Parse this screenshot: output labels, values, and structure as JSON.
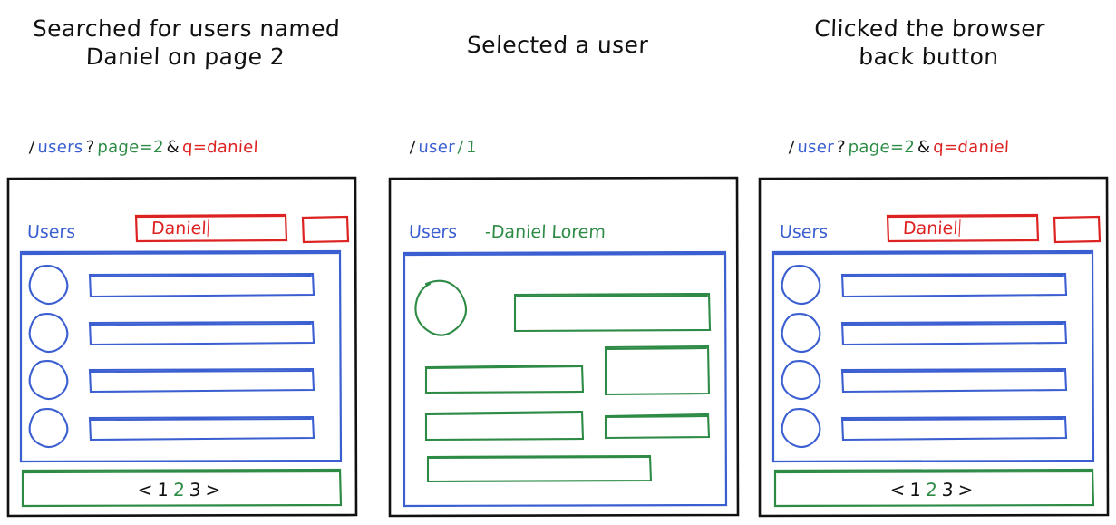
{
  "colors": {
    "ink": "#111111",
    "blue": "#3b5fd1",
    "green": "#2e8b46",
    "red": "#dd2222",
    "background": "#ffffff"
  },
  "panels": [
    {
      "id": "search-results",
      "caption_lines": [
        "Searched for users named",
        "Daniel on page 2"
      ],
      "url_segments": [
        {
          "text": "/",
          "color": "black"
        },
        {
          "text": "users",
          "color": "blue"
        },
        {
          "text": "?",
          "color": "black"
        },
        {
          "text": "page=2",
          "color": "green"
        },
        {
          "text": "&",
          "color": "black"
        },
        {
          "text": "q=daniel",
          "color": "red"
        }
      ],
      "heading": "Users",
      "search_value": "Daniel",
      "search_button_label": "",
      "list_rows": 4,
      "pagination": {
        "prev": "<",
        "pages": [
          "1",
          "2",
          "3"
        ],
        "current": "2",
        "next": ">"
      }
    },
    {
      "id": "user-detail",
      "caption_lines": [
        "Selected a user"
      ],
      "url_segments": [
        {
          "text": "/",
          "color": "black"
        },
        {
          "text": "user",
          "color": "blue"
        },
        {
          "text": "/",
          "color": "green"
        },
        {
          "text": "1",
          "color": "green"
        }
      ],
      "heading": "Users",
      "breadcrumb": "-Daniel Lorem"
    },
    {
      "id": "back-navigation",
      "caption_lines": [
        "Clicked the browser",
        "back button"
      ],
      "url_segments": [
        {
          "text": "/",
          "color": "black"
        },
        {
          "text": "user",
          "color": "blue"
        },
        {
          "text": "?",
          "color": "black"
        },
        {
          "text": "page=2",
          "color": "green"
        },
        {
          "text": "&",
          "color": "black"
        },
        {
          "text": "q=daniel",
          "color": "red"
        }
      ],
      "heading": "Users",
      "search_value": "Daniel",
      "search_button_label": "",
      "list_rows": 4,
      "pagination": {
        "prev": "<",
        "pages": [
          "1",
          "2",
          "3"
        ],
        "current": "2",
        "next": ">"
      }
    }
  ]
}
